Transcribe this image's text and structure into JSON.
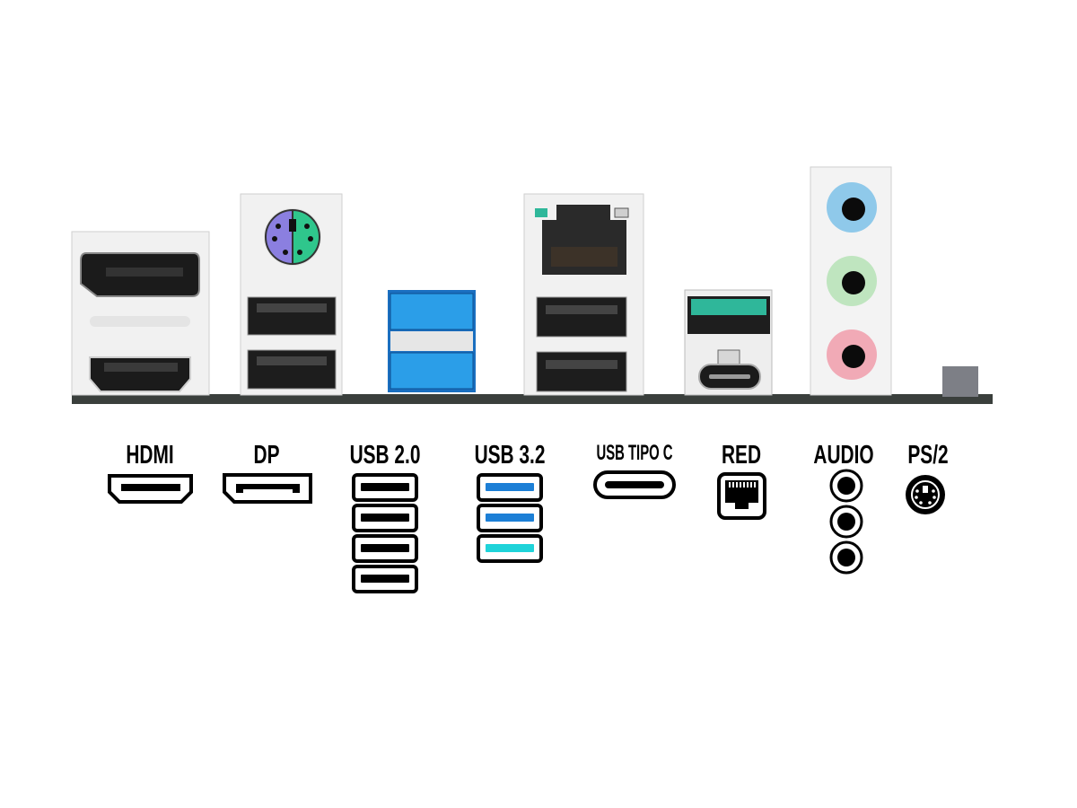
{
  "labels": {
    "hdmi": "HDMI",
    "dp": "DP",
    "usb2": "USB 2.0",
    "usb32": "USB 3.2",
    "usbc": "USB TIPO C",
    "red": "RED",
    "audio": "AUDIO",
    "ps2": "PS/2"
  },
  "counts": {
    "usb2": 4,
    "usb32": 3,
    "audio": 3
  },
  "colors": {
    "usb3_blue": "#1c7fd6",
    "usb3_teal": "#1fd3d9",
    "ps2_purple": "#8b7fe0",
    "ps2_green": "#2fc68c",
    "audio_blue": "#8fc9ea",
    "audio_green": "#bfe5bf",
    "audio_pink": "#f1aab6",
    "usb_teal_port": "#2fb79a",
    "board": "#3a3f3c"
  }
}
